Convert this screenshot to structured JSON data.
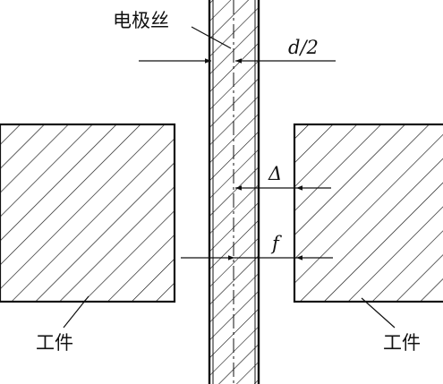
{
  "labels": {
    "wire": "电极丝",
    "half_diameter": "d/2",
    "delta": "Δ",
    "f": "f",
    "workpiece_left": "工件",
    "workpiece_right": "工件"
  },
  "colors": {
    "line": "#111111",
    "background": "#ffffff"
  }
}
